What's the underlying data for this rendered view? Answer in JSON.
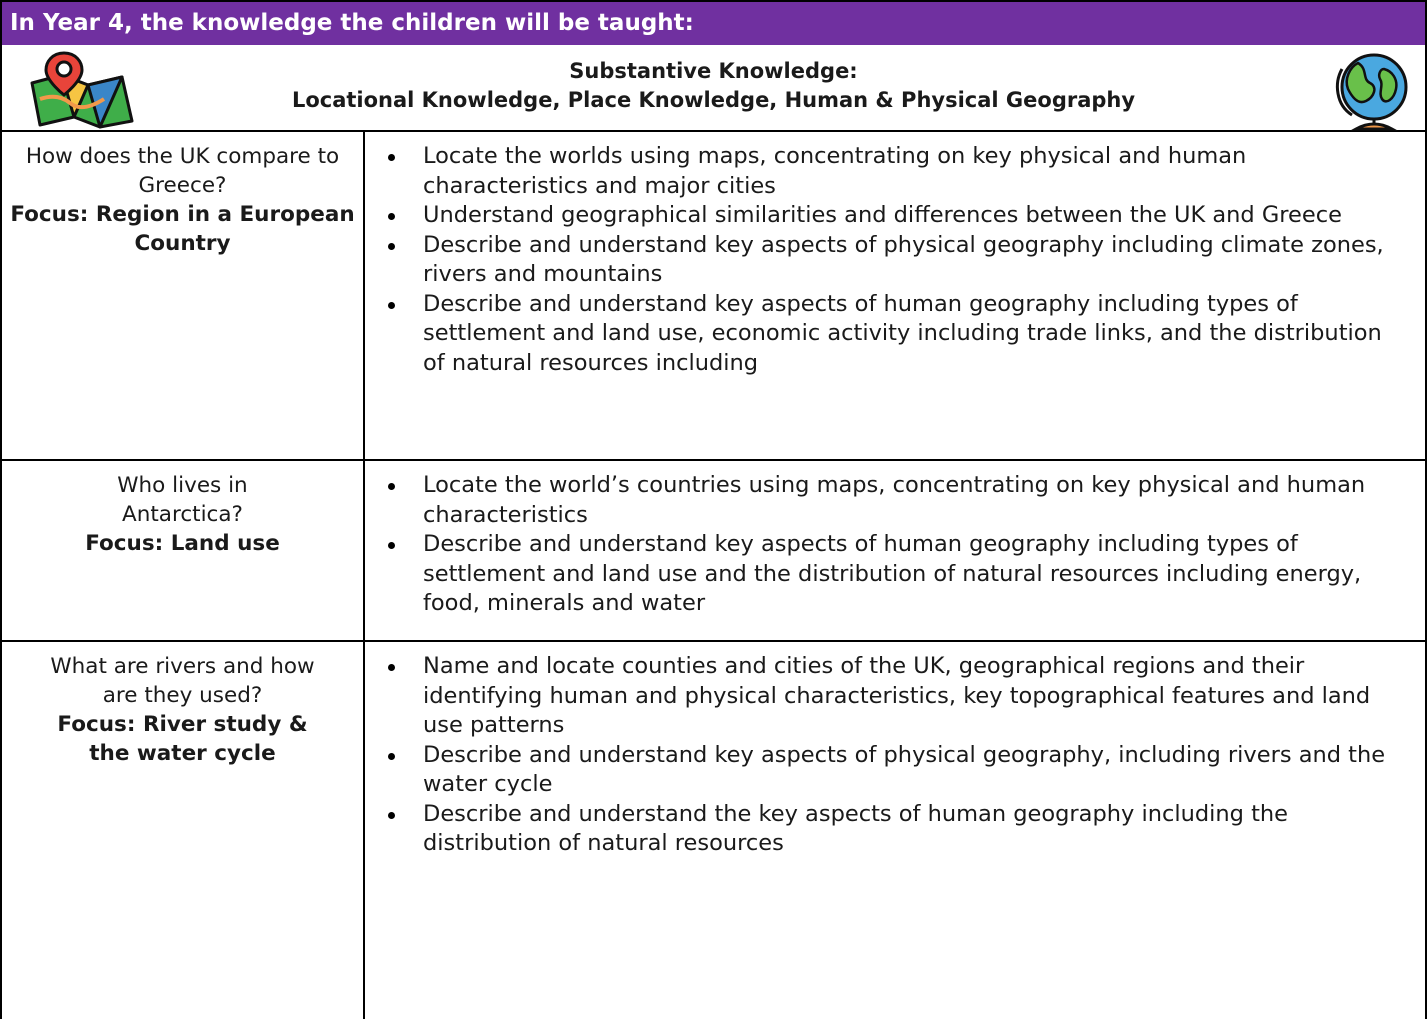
{
  "banner": {
    "title": "In Year 4, the knowledge the children will be taught:"
  },
  "header": {
    "subtitle_line1": "Substantive Knowledge:",
    "subtitle_line2": "Locational Knowledge, Place Knowledge, Human & Physical Geography",
    "left_icon": "map-pin-icon",
    "right_icon": "globe-icon"
  },
  "colors": {
    "banner_bg": "#7030a0",
    "banner_text": "#ffffff",
    "border": "#000000"
  },
  "rows": [
    {
      "question": "How does the UK compare to Greece?",
      "focus": "Focus: Region in a European Country",
      "bullets": [
        "Locate the worlds using maps, concentrating on key physical and human characteristics and major cities",
        "Understand geographical similarities and differences between the UK and Greece",
        "Describe and understand key aspects of physical geography including climate zones, rivers and mountains",
        "Describe and understand key aspects of human geography including types of settlement and land use, economic activity including trade links, and the distribution of natural resources including"
      ]
    },
    {
      "question": "Who lives in Antarctica?",
      "focus": "Focus: Land use",
      "bullets": [
        "Locate the world’s countries using maps, concentrating on key physical and human characteristics",
        "Describe and understand key aspects of human geography including types of settlement and land use and the distribution of natural resources including energy, food, minerals and water"
      ]
    },
    {
      "question": "What are rivers and how are they used?",
      "focus": "Focus: River study & the water cycle",
      "bullets": [
        "Name and locate counties and cities of the UK, geographical regions and their identifying human and physical characteristics, key topographical features and land use patterns",
        "Describe and understand key aspects of physical geography, including rivers and the water cycle",
        "Describe and understand the key aspects of human geography including the distribution of natural resources"
      ]
    }
  ]
}
